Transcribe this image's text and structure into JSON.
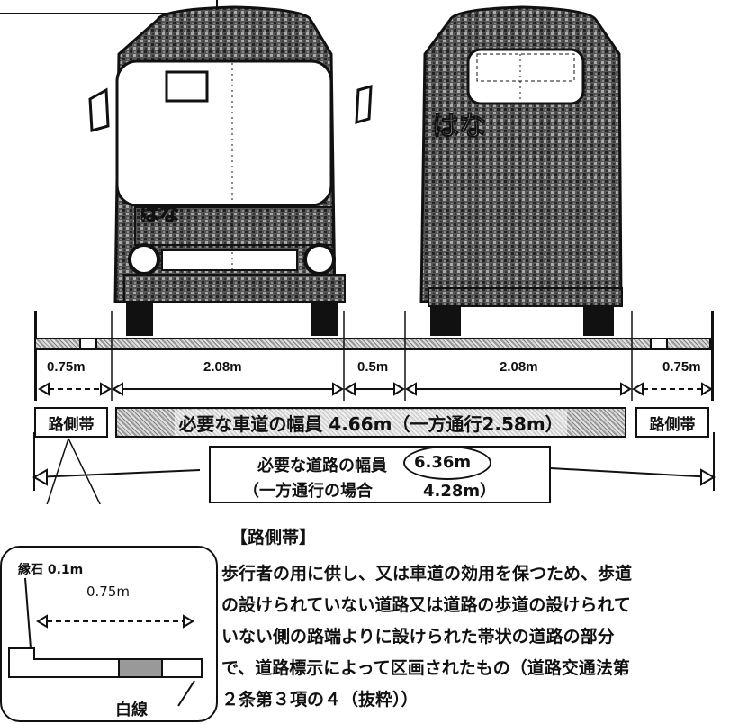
{
  "dimensions": {
    "sidewalk_left": "0.75m",
    "lane_left": "2.08m",
    "gap_center": "0.5m",
    "lane_right": "2.08m",
    "sidewalk_right": "0.75m"
  },
  "labels": {
    "roadside_left": "路側帯",
    "roadside_right": "路側帯",
    "carriageway": "必要な車道の幅員 4.66m（一方通行2.58m）",
    "road_width_line1": "必要な道路の幅員",
    "road_width_value": "6.36m",
    "road_width_line2": "（一方通行の場合",
    "road_width_value2": "4.28m）"
  },
  "detail": {
    "curb": "縁石 0.1m",
    "width": "0.75m",
    "white_line": "白線"
  },
  "definition": {
    "heading": "【路側帯】",
    "lines": [
      "歩行者の用に供し、又は車道の効用を保つため、歩道",
      "の設けられていない道路又は道路の歩道の設けられて",
      "いない側の路端よりに設けられた帯状の道路の部分",
      "で、道路標示によって区画されたもの（道路交通法第",
      "２条第３項の４（抜粋））"
    ]
  },
  "bus": {
    "front_text": "はな",
    "rear_text": "はな"
  }
}
